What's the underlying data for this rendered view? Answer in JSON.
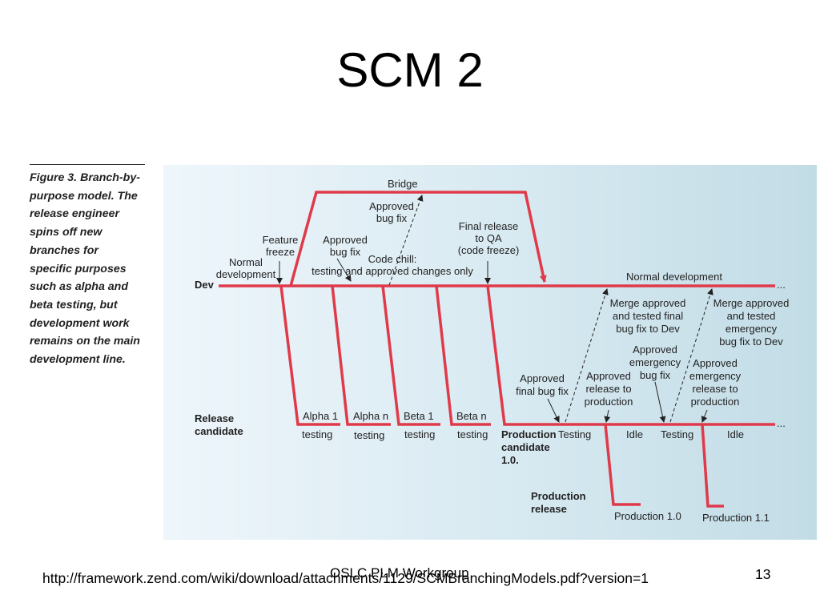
{
  "slide": {
    "title": "SCM 2",
    "footer_url": "http://framework.zend.com/wiki/download/attachments/1129/SCMBranchingModels.pdf?version=1",
    "footer_center": "OSLC PLM Workgroup",
    "page_number": "13"
  },
  "figure": {
    "caption_lines": [
      "Figure 3. Branch-by-",
      "purpose model. The",
      "release engineer",
      "spins off new",
      "branches for",
      "specific purposes",
      "such as alpha and",
      "beta testing, but",
      "development work",
      "remains on the main",
      "development line."
    ]
  },
  "diagram": {
    "row_labels": {
      "dev": "Dev",
      "release_candidate": [
        "Release",
        "candidate"
      ],
      "production_release": [
        "Production",
        "release"
      ]
    },
    "labels": {
      "bridge": "Bridge",
      "approved_bug_fix_top": [
        "Approved",
        "bug fix"
      ],
      "feature_freeze": [
        "Feature",
        "freeze"
      ],
      "normal_development_left": [
        "Normal",
        "development"
      ],
      "approved_bug_fix_mid": [
        "Approved",
        "bug fix"
      ],
      "code_chill": [
        "Code chill:",
        "testing and approved changes only"
      ],
      "final_release": [
        "Final release",
        "to QA",
        "(code freeze)"
      ],
      "normal_development_right": "Normal development",
      "merge_approved_final": [
        "Merge approved",
        "and tested final",
        "bug fix to Dev"
      ],
      "merge_approved_emergency": [
        "Merge approved",
        "and tested",
        "emergency",
        "bug fix to Dev"
      ],
      "approved_emergency_bug_fix": [
        "Approved",
        "emergency",
        "bug fix"
      ],
      "approved_final_bug_fix": [
        "Approved",
        "final bug fix"
      ],
      "approved_release_to_production": [
        "Approved",
        "release to",
        "production"
      ],
      "approved_emergency_release": [
        "Approved",
        "emergency",
        "release to",
        "production"
      ],
      "production_candidate": [
        "Production",
        "candidate",
        "1.0."
      ]
    },
    "branches": [
      {
        "name": "Alpha 1",
        "state": "testing"
      },
      {
        "name": "Alpha n",
        "state": "testing"
      },
      {
        "name": "Beta 1",
        "state": "testing"
      },
      {
        "name": "Beta n",
        "state": "testing"
      }
    ],
    "candidate_states": [
      "Testing",
      "Idle",
      "Testing",
      "Idle"
    ],
    "productions": [
      "Production 1.0",
      "Production 1.1"
    ],
    "ellipsis": "...",
    "colors": {
      "line": "#e03a4a",
      "text": "#222222"
    }
  }
}
